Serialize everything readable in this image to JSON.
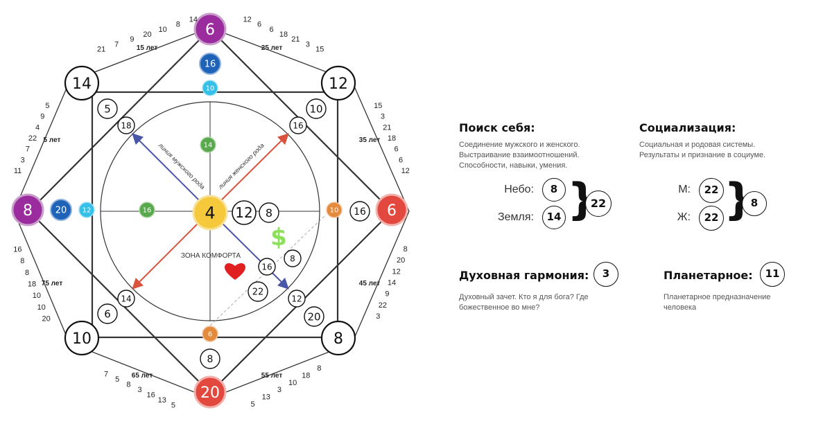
{
  "diagram": {
    "center": "4",
    "corner_top": "6",
    "corner_left": "8",
    "corner_right": "6",
    "corner_bottom": "20",
    "corner_tl": "14",
    "corner_tr": "12",
    "corner_bl": "10",
    "corner_br": "8",
    "top_blue": "16",
    "top_cyan": "10",
    "left_blue": "20",
    "left_cyan": "12",
    "top_green": "14",
    "left_green": "16",
    "right_orange": "10",
    "bottom_orange": "6",
    "inner_tl": "5",
    "inner_tl2": "18",
    "inner_tr": "10",
    "inner_tr2": "16",
    "inner_bl": "6",
    "inner_bl2": "14",
    "inner_br": "20",
    "inner_br2": "12",
    "right_inner": "16",
    "bottom_inner": "8",
    "mid_12": "12",
    "mid_8": "8",
    "money_16": "16",
    "money_8": "8",
    "money_22": "22",
    "dollar": "$",
    "comfort_zone": "ЗОНА КОМФОРТА",
    "male_line": "линия мужского рода",
    "female_line": "линия женского рода",
    "age_15": "15 лет",
    "age_25": "25 лет",
    "age_35": "35 лет",
    "age_45": "45 лет",
    "age_55": "55 лет",
    "age_65": "65 лет",
    "age_75": "75 лет",
    "age_5": "5 лет",
    "seq_tl": [
      "21",
      "7",
      "9",
      "20",
      "10",
      "8",
      "14"
    ],
    "seq_tr": [
      "12",
      "6",
      "6",
      "18",
      "21",
      "3",
      "15"
    ],
    "seq_rt": [
      "15",
      "3",
      "21",
      "18",
      "6",
      "6",
      "12"
    ],
    "seq_rb": [
      "8",
      "20",
      "12",
      "14",
      "9",
      "22",
      "3"
    ],
    "seq_br": [
      "8",
      "18",
      "10",
      "3",
      "13",
      "5"
    ],
    "seq_bl": [
      "5",
      "13",
      "16",
      "3",
      "8",
      "5",
      "7"
    ],
    "seq_lb": [
      "16",
      "8",
      "8",
      "18",
      "10",
      "10",
      "20"
    ],
    "seq_lt": [
      "5",
      "9",
      "4",
      "22",
      "7",
      "3",
      "11"
    ]
  },
  "search": {
    "title": "Поиск себя:",
    "desc1": "Соединение мужского и женского.",
    "desc2": "Выстраивание взаимоотношений.",
    "desc3": "Способности, навыки, умения.",
    "sky_label": "Небо:",
    "sky_value": "8",
    "earth_label": "Земля:",
    "earth_value": "14",
    "sum": "22"
  },
  "social": {
    "title": "Социализация:",
    "desc1": "Социальная и родовая системы.",
    "desc2": "Результаты и признание в социуме.",
    "m_label": "М:",
    "m_value": "22",
    "f_label": "Ж:",
    "f_value": "22",
    "sum": "8"
  },
  "spiritual": {
    "title": "Духовная гармония:",
    "value": "3",
    "desc1": "Духовный зачет. Кто я для бога? Где",
    "desc2": "божественное во мне?"
  },
  "planetary": {
    "title": "Планетарное:",
    "value": "11",
    "desc1": "Планетарное предназначение",
    "desc2": "человека"
  },
  "colors": {
    "purple": "#9b2c9e",
    "red": "#e2483d",
    "yellow": "#f5c93b",
    "blue": "#1f63b8",
    "cyan": "#35c0e8",
    "green": "#5aa84e",
    "orange": "#e38a3d",
    "arrow_blue": "#4a57a8",
    "arrow_red": "#d9533f"
  }
}
